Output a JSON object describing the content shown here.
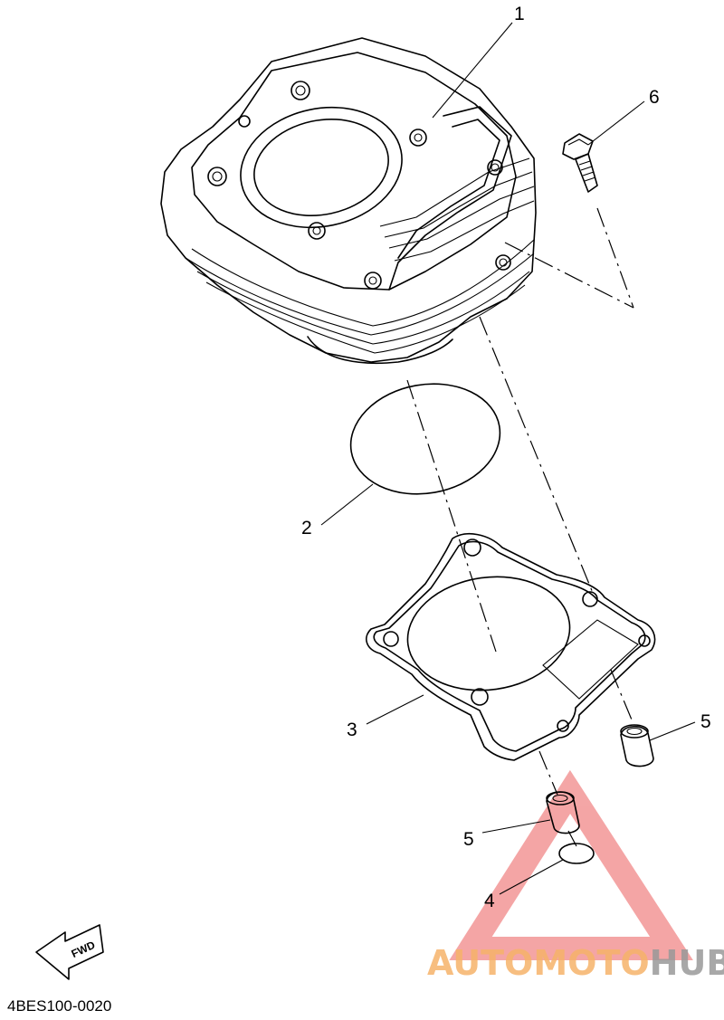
{
  "diagram": {
    "callouts": [
      {
        "id": "1",
        "label": "1"
      },
      {
        "id": "2",
        "label": "2"
      },
      {
        "id": "3",
        "label": "3"
      },
      {
        "id": "4",
        "label": "4"
      },
      {
        "id": "5a",
        "label": "5"
      },
      {
        "id": "5b",
        "label": "5"
      },
      {
        "id": "6",
        "label": "6"
      }
    ],
    "diagram_code": "4BES100-0020",
    "fwd_label": "FWD",
    "watermark": {
      "part1": "AUTOMOTO",
      "part2": "HUB",
      "color1": "#f6b36a",
      "color2": "#999999",
      "triangle_color": "#f08080"
    }
  }
}
